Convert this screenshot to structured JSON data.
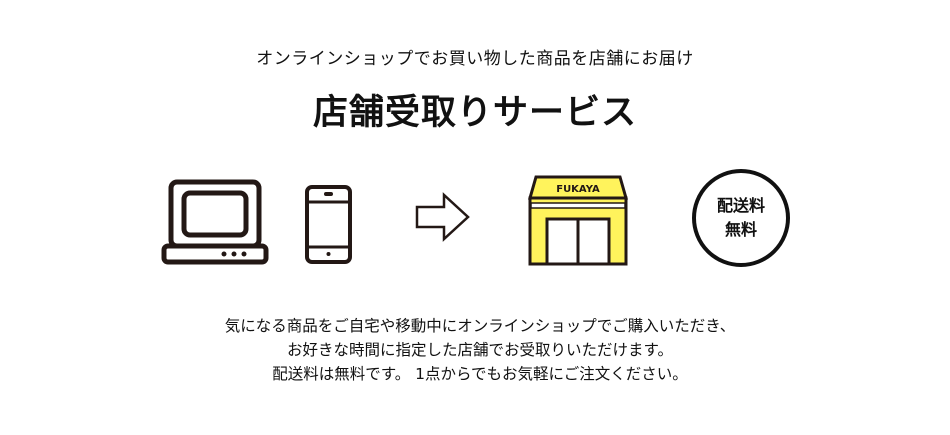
{
  "header": {
    "subtitle": "オンラインショップでお買い物した商品を店舗にお届け",
    "title": "店舗受取りサービス"
  },
  "illustration": {
    "store_sign": "FUKAYA",
    "store_color": "#fff35c",
    "badge_line1": "配送料",
    "badge_line2": "無料"
  },
  "description": {
    "lines": [
      "気になる商品をご自宅や移動中にオンラインショップでご購入いただき、",
      "お好きな時間に指定した店舗でお受取りいただけます。",
      "配送料は無料です。 1点からでもお気軽にご注文ください。"
    ]
  }
}
